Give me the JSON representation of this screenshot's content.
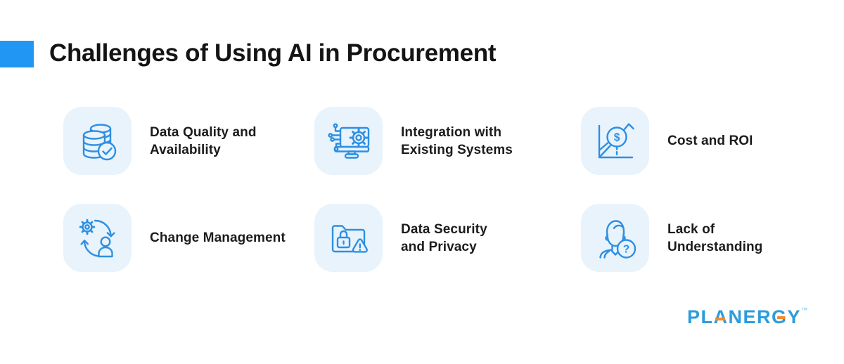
{
  "header": {
    "title": "Challenges of Using AI in Procurement"
  },
  "items": [
    {
      "icon": "database-check-icon",
      "lines": [
        "Data Quality and",
        "Availability"
      ]
    },
    {
      "icon": "monitor-gear-icon",
      "lines": [
        "Integration with",
        "Existing Systems"
      ]
    },
    {
      "icon": "chart-dollar-icon",
      "lines": [
        "Cost and ROI"
      ]
    },
    {
      "icon": "gear-person-cycle-icon",
      "lines": [
        "Change Management"
      ]
    },
    {
      "icon": "folder-lock-warning-icon",
      "lines": [
        "Data Security",
        "and Privacy"
      ]
    },
    {
      "icon": "person-question-icon",
      "lines": [
        "Lack of",
        "Understanding"
      ]
    }
  ],
  "icon_glyphs": {
    "dollar": "$",
    "question": "?"
  },
  "footer": {
    "brand": "PLANERGY",
    "trademark": "™"
  },
  "colors": {
    "background": "#FFFFFF",
    "accent_blue": "#2196F3",
    "icon_stroke": "#2E8FE3",
    "tile_bg": "#E8F3FC",
    "title_text": "#141414",
    "label_text": "#1C1C1C",
    "brand_blue": "#2D9CDB",
    "brand_orange": "#F28A2E"
  }
}
